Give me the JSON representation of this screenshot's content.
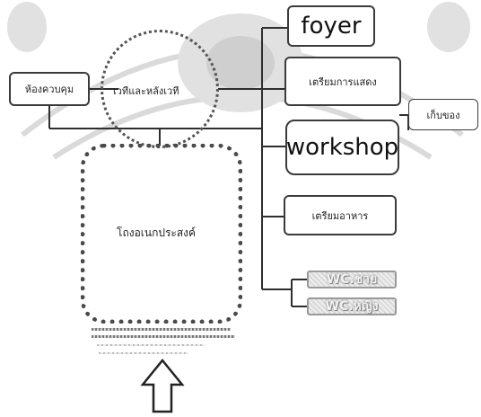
{
  "diagram": {
    "nodes": {
      "living_room": "ห้องควบคุม",
      "stage": "เวทีและหลังเวที",
      "foyer": "foyer",
      "prep_show": "เตรียมการแสดง",
      "storage": "เก็บของ",
      "workshop": "workshop",
      "prep_food": "เตรียมอาหาร",
      "multipurpose": "โถงอเนกประสงค์",
      "wc_male": "WC.ชาย",
      "wc_female": "WC.หญิง"
    }
  },
  "colors": {
    "lines": "#2e2e2e",
    "box_border": "#3b3b3b",
    "watermark": "#d6d6d6"
  },
  "icons": {
    "entrance": "up-arrow-icon",
    "watermark": "university-seal-watermark"
  }
}
